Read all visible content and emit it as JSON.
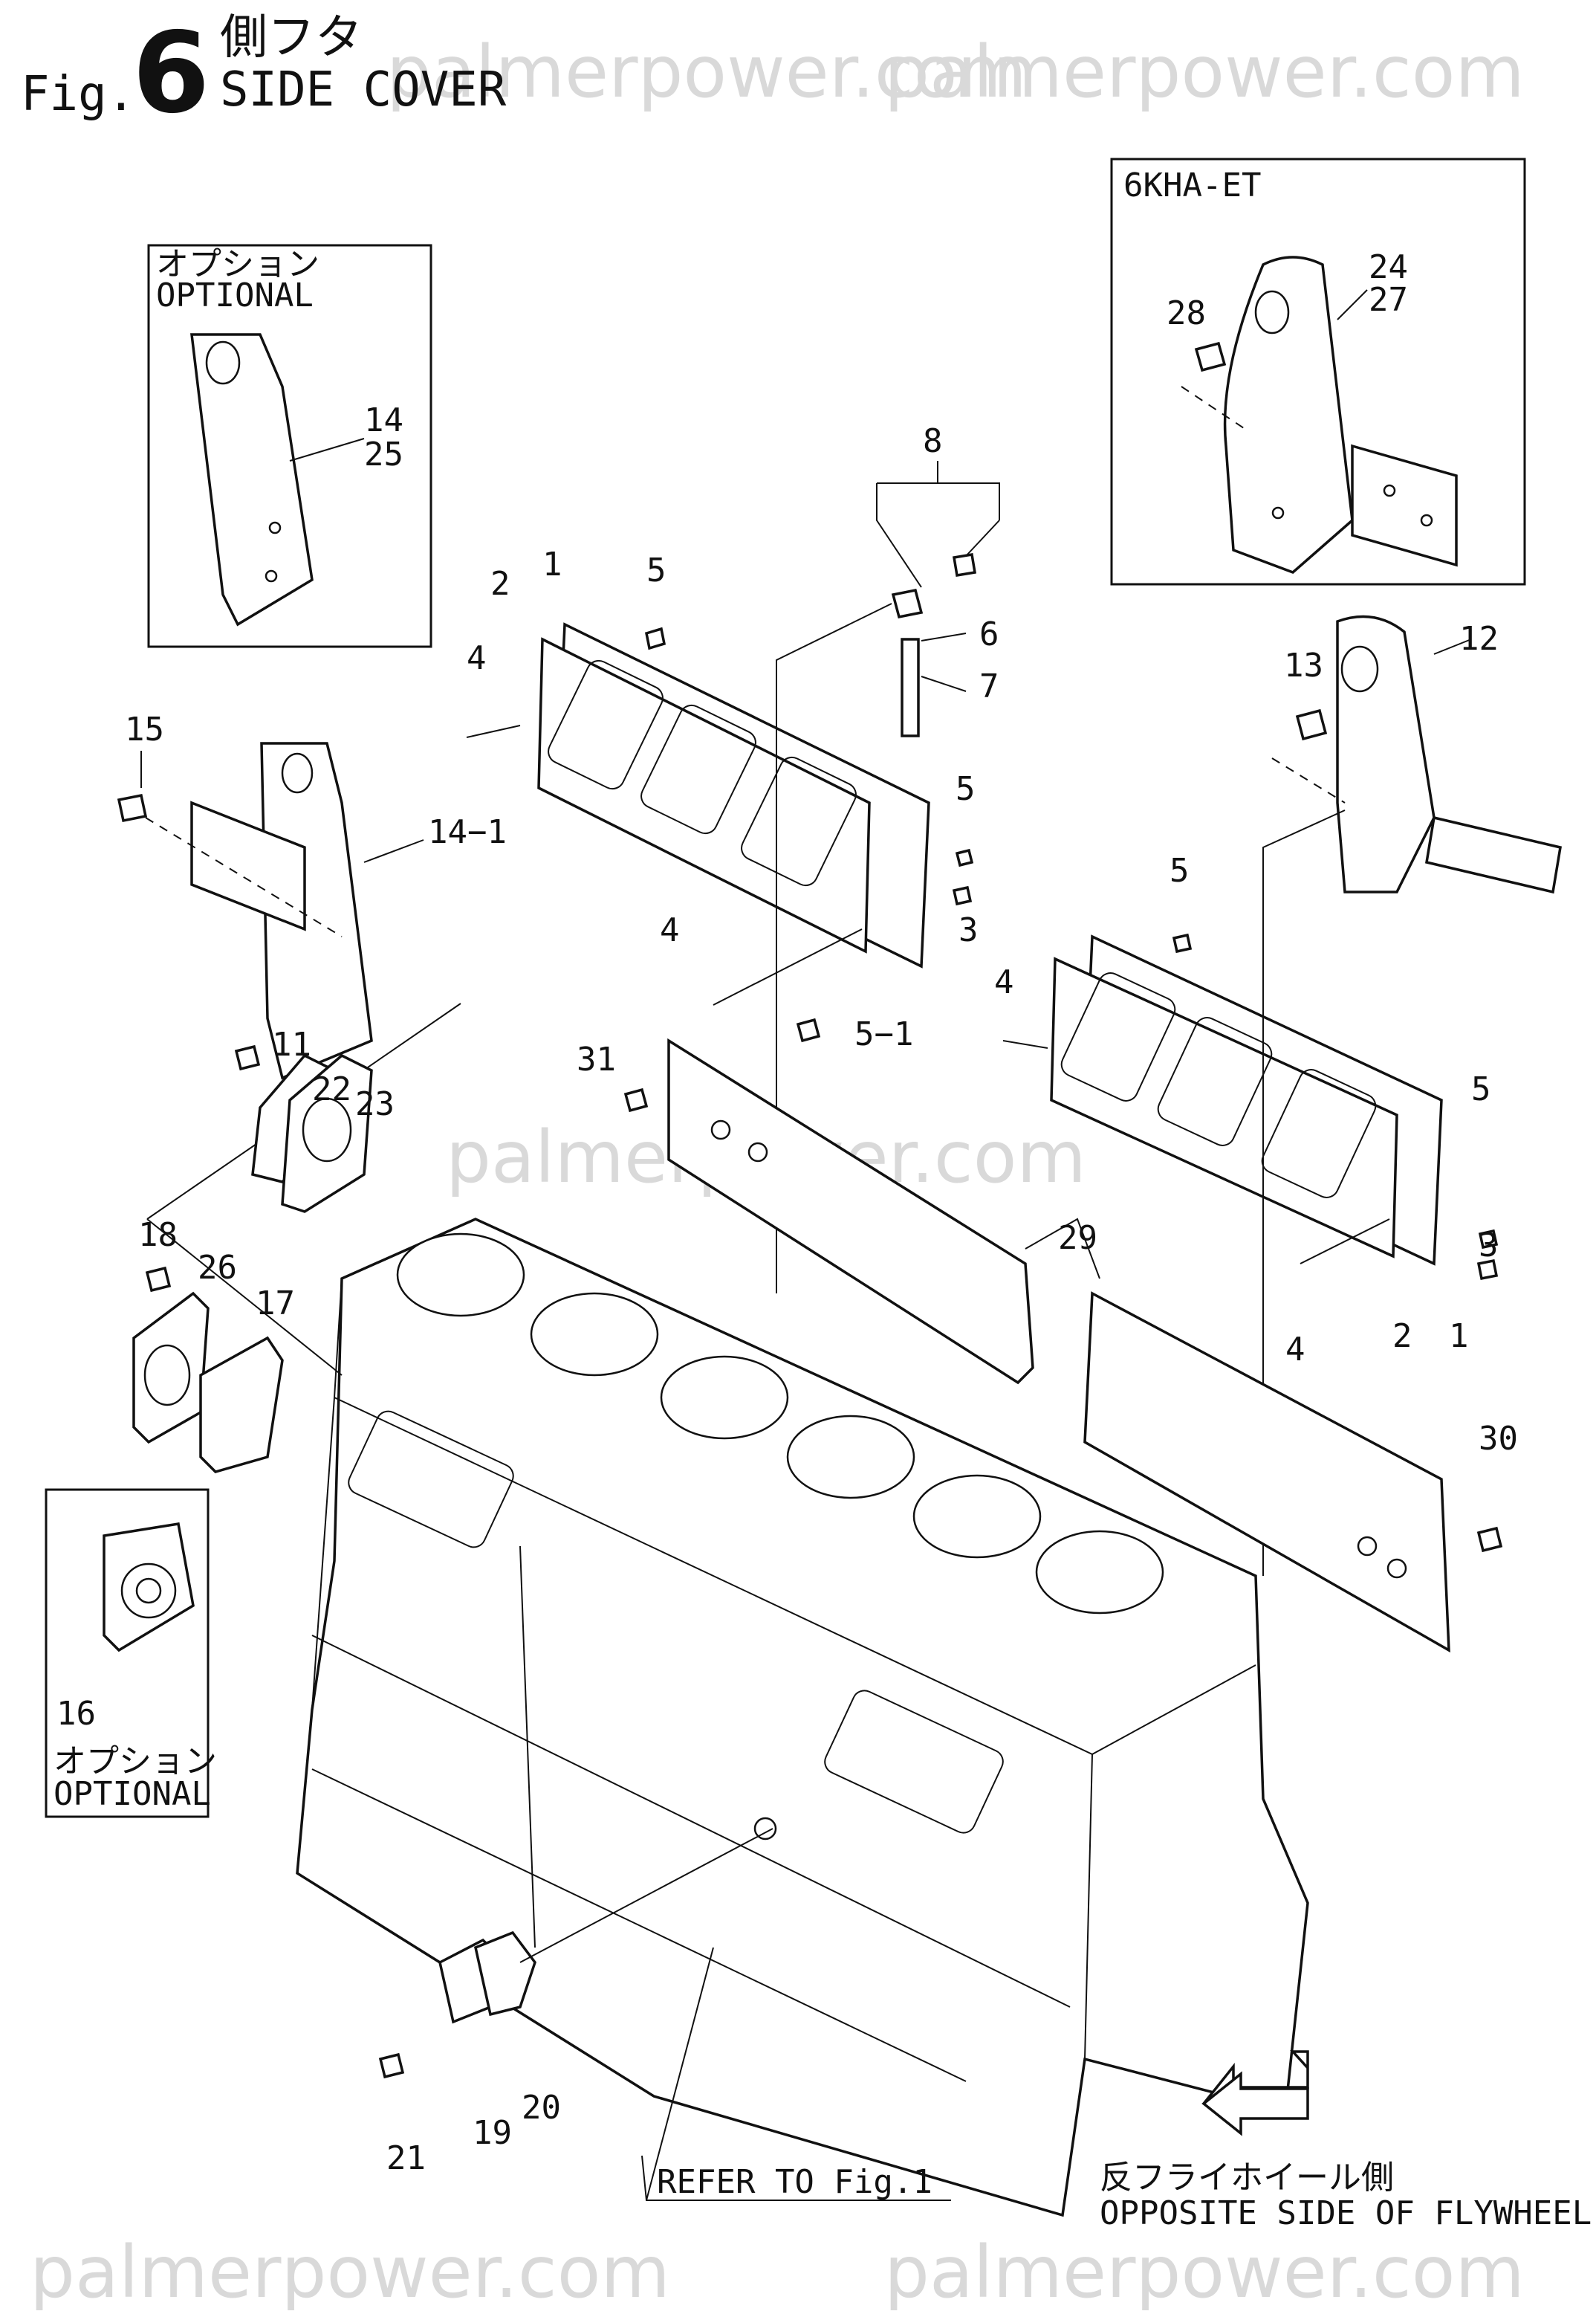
{
  "header": {
    "fig_prefix": "Fig.",
    "fig_number": "6",
    "title_jp": "側フタ",
    "title_en": "SIDE COVER"
  },
  "watermarks": [
    "palmerpower.com",
    "palmerpower.com",
    "palmerpower.com",
    "palmerpower.com",
    "palmerpower.com"
  ],
  "insets": {
    "optional_bracket": {
      "jp": "オプション",
      "en": "OPTIONAL",
      "labels": [
        "14",
        "25"
      ]
    },
    "model_box": {
      "title": "6KHA-ET",
      "labels": [
        "24",
        "27",
        "28"
      ]
    },
    "optional_cover": {
      "number": "16",
      "jp": "オプション",
      "en": "OPTIONAL"
    }
  },
  "callouts": {
    "c1a": "1",
    "c2a": "2",
    "c3a": "3",
    "c4a": "4",
    "c4b": "4",
    "c5a": "5",
    "c5b": "5",
    "c6": "6",
    "c7": "7",
    "c8": "8",
    "c11": "11",
    "c12": "12",
    "c13": "13",
    "c14_1": "14−1",
    "c15": "15",
    "c17": "17",
    "c18": "18",
    "c19": "19",
    "c20": "20",
    "c21": "21",
    "c22": "22",
    "c23": "23",
    "c26": "26",
    "c29": "29",
    "c30": "30",
    "c31": "31",
    "c5_1": "5−1",
    "c5c": "5",
    "c5d": "5",
    "c4c": "4",
    "c4d": "4",
    "c3b": "3",
    "c2b": "2",
    "c1b": "1"
  },
  "refer_note": "REFER TO Fig.1",
  "direction_note": {
    "jp": "反フライホイール側",
    "en": "OPPOSITE SIDE OF FLYWHEEL"
  }
}
